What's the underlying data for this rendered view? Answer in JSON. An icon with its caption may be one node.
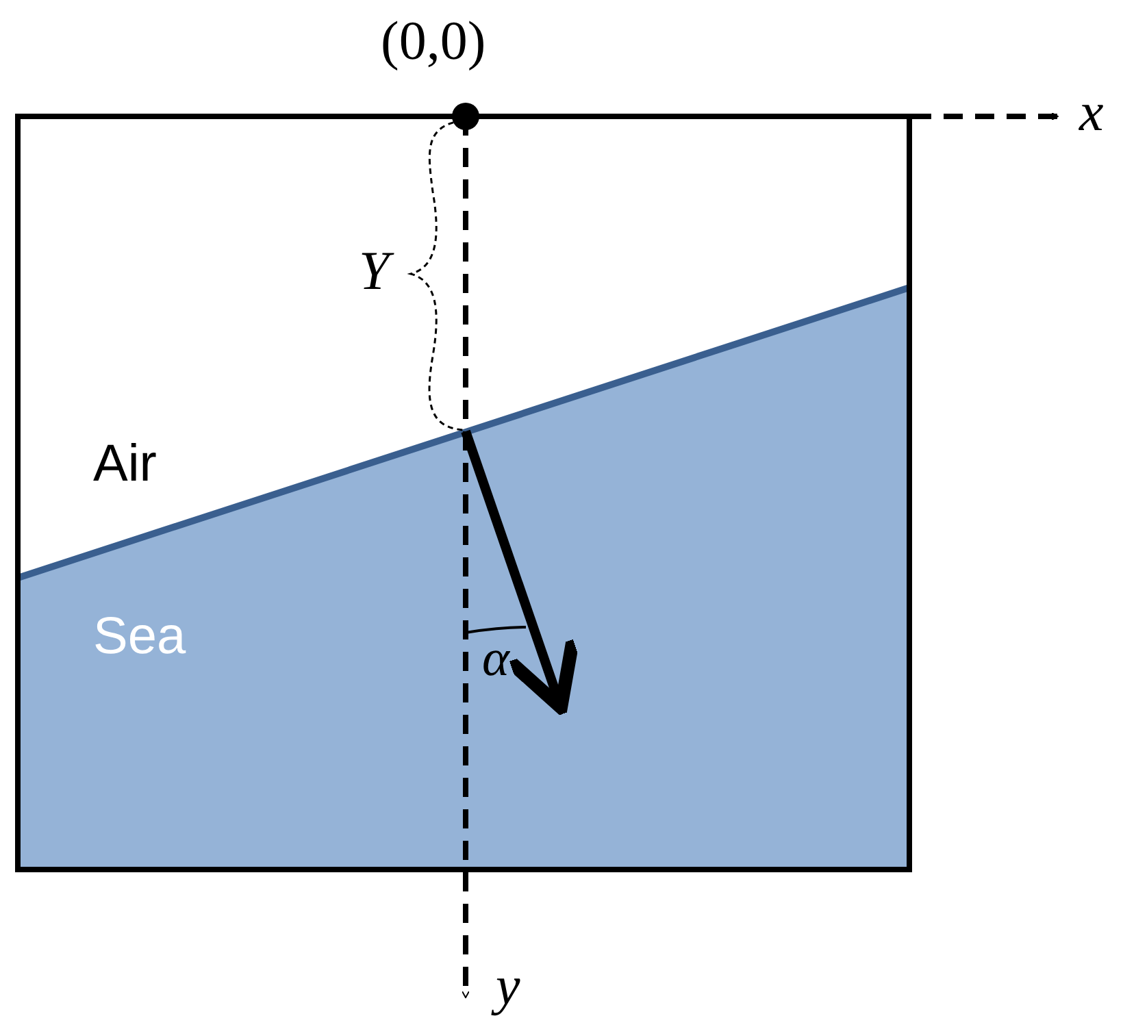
{
  "diagram": {
    "labels": [
      "(0,0)",
      "x",
      "Y",
      "Air",
      "Sea",
      "α",
      "y"
    ]
  }
}
